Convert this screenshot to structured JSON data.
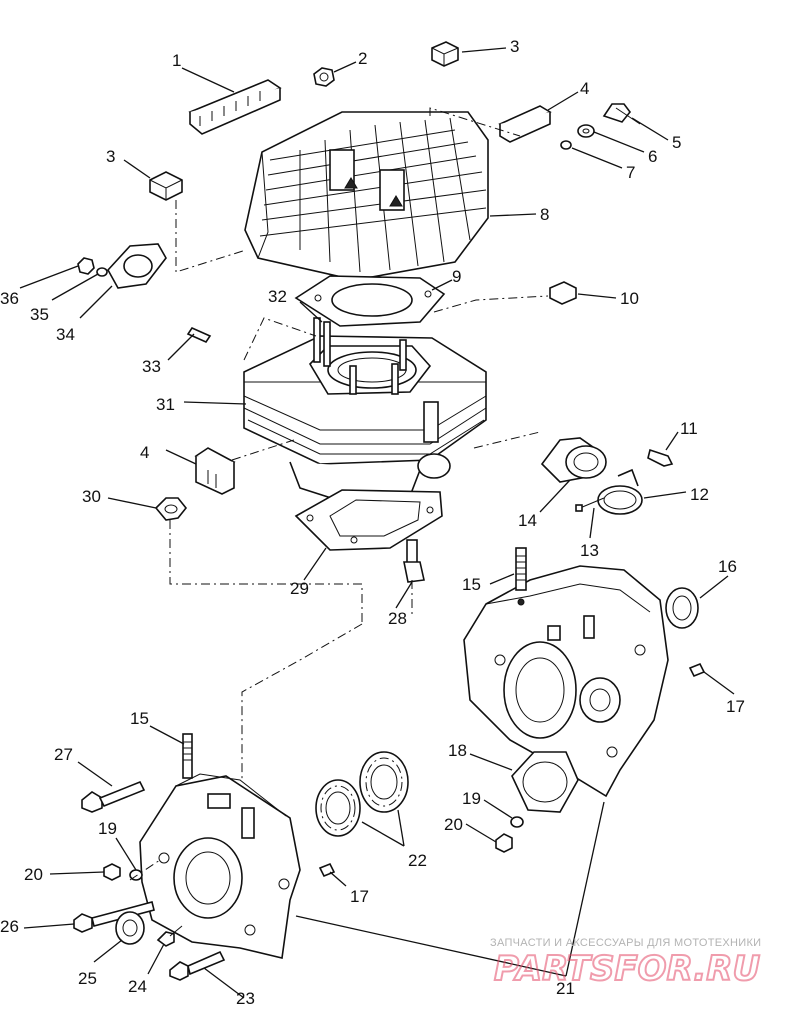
{
  "diagram": {
    "callouts": [
      {
        "id": "c1",
        "text": "1"
      },
      {
        "id": "c2",
        "text": "2"
      },
      {
        "id": "c3a",
        "text": "3"
      },
      {
        "id": "c3b",
        "text": "3"
      },
      {
        "id": "c4a",
        "text": "4"
      },
      {
        "id": "c4b",
        "text": "4"
      },
      {
        "id": "c5",
        "text": "5"
      },
      {
        "id": "c6",
        "text": "6"
      },
      {
        "id": "c7",
        "text": "7"
      },
      {
        "id": "c8",
        "text": "8"
      },
      {
        "id": "c9",
        "text": "9"
      },
      {
        "id": "c10",
        "text": "10"
      },
      {
        "id": "c11",
        "text": "11"
      },
      {
        "id": "c12",
        "text": "12"
      },
      {
        "id": "c13",
        "text": "13"
      },
      {
        "id": "c14",
        "text": "14"
      },
      {
        "id": "c15a",
        "text": "15"
      },
      {
        "id": "c15b",
        "text": "15"
      },
      {
        "id": "c16",
        "text": "16"
      },
      {
        "id": "c17a",
        "text": "17"
      },
      {
        "id": "c17b",
        "text": "17"
      },
      {
        "id": "c18",
        "text": "18"
      },
      {
        "id": "c19a",
        "text": "19"
      },
      {
        "id": "c19b",
        "text": "19"
      },
      {
        "id": "c20a",
        "text": "20"
      },
      {
        "id": "c20b",
        "text": "20"
      },
      {
        "id": "c21",
        "text": "21"
      },
      {
        "id": "c22",
        "text": "22"
      },
      {
        "id": "c23",
        "text": "23"
      },
      {
        "id": "c24",
        "text": "24"
      },
      {
        "id": "c25",
        "text": "25"
      },
      {
        "id": "c26",
        "text": "26"
      },
      {
        "id": "c27",
        "text": "27"
      },
      {
        "id": "c28",
        "text": "28"
      },
      {
        "id": "c29",
        "text": "29"
      },
      {
        "id": "c30",
        "text": "30"
      },
      {
        "id": "c31",
        "text": "31"
      },
      {
        "id": "c32",
        "text": "32"
      },
      {
        "id": "c33",
        "text": "33"
      },
      {
        "id": "c34",
        "text": "34"
      },
      {
        "id": "c35",
        "text": "35"
      },
      {
        "id": "c36",
        "text": "36"
      }
    ]
  },
  "watermark": {
    "tagline": "ЗАПЧАСТИ И АКСЕССУАРЫ ДЛЯ МОТОТЕХНИКИ",
    "logo": "PARTSFOR.RU"
  }
}
